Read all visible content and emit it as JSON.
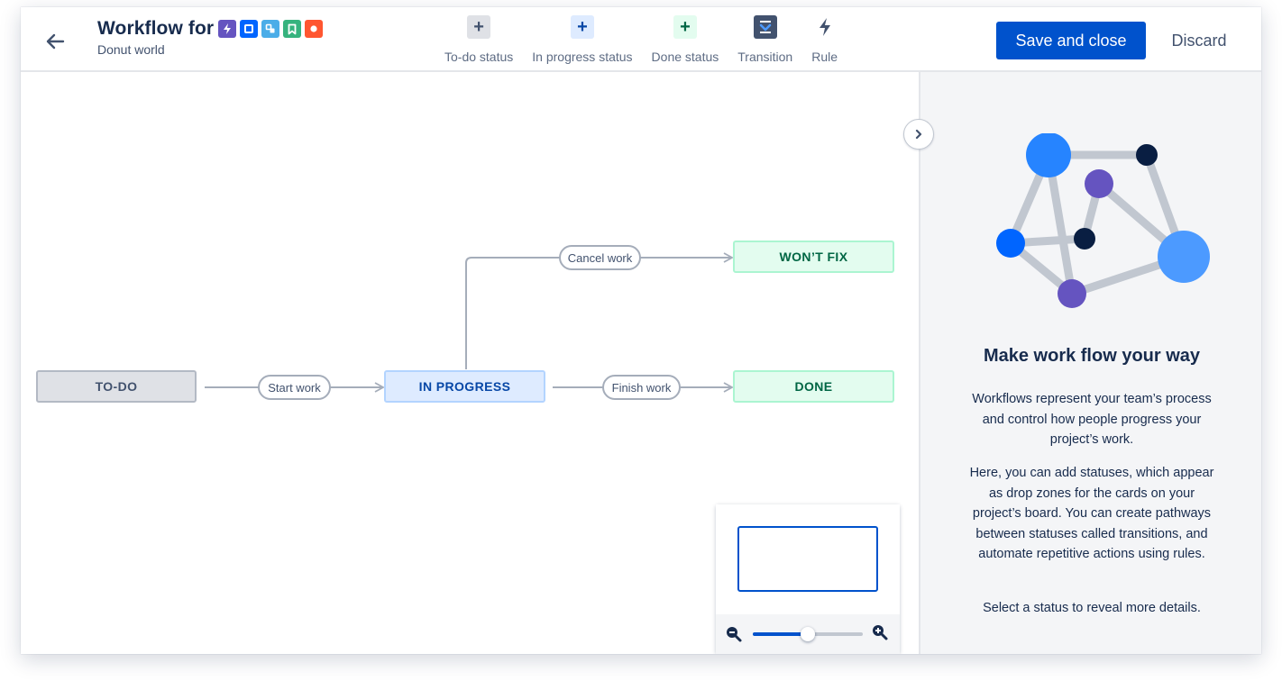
{
  "header": {
    "title": "Workflow for",
    "subtitle": "Donut world",
    "issue_type_icons": [
      {
        "name": "epic-icon",
        "color": "#6554c0"
      },
      {
        "name": "task-icon",
        "color": "#0065ff"
      },
      {
        "name": "subtask-icon",
        "color": "#4bade8"
      },
      {
        "name": "story-icon",
        "color": "#36b37e"
      },
      {
        "name": "bug-icon",
        "color": "#ff5630"
      }
    ]
  },
  "toolbar": {
    "todo_status": "To-do status",
    "inprogress_status": "In progress status",
    "done_status": "Done status",
    "transition": "Transition",
    "rule": "Rule"
  },
  "actions": {
    "save": "Save and close",
    "discard": "Discard"
  },
  "workflow": {
    "statuses": {
      "todo": "TO-DO",
      "inprogress": "IN PROGRESS",
      "wontfix": "WON’T FIX",
      "done": "DONE"
    },
    "transitions": {
      "start": "Start work",
      "cancel": "Cancel work",
      "finish": "Finish work"
    }
  },
  "minimap": {
    "zoom_level": 0.5
  },
  "panel": {
    "heading": "Make work flow your way",
    "paragraph1": "Workflows represent your team’s process and control how people progress your project’s work.",
    "paragraph2": "Here, you can add statuses, which appear as drop zones for the cards on your project’s board. You can create pathways between statuses called transitions, and automate repetitive actions using rules.",
    "paragraph3": "Select a status to reveal more details."
  },
  "colors": {
    "primary": "#0052cc",
    "todo": "#dfe1e6",
    "inprogress": "#deebff",
    "done": "#e3fcef"
  }
}
